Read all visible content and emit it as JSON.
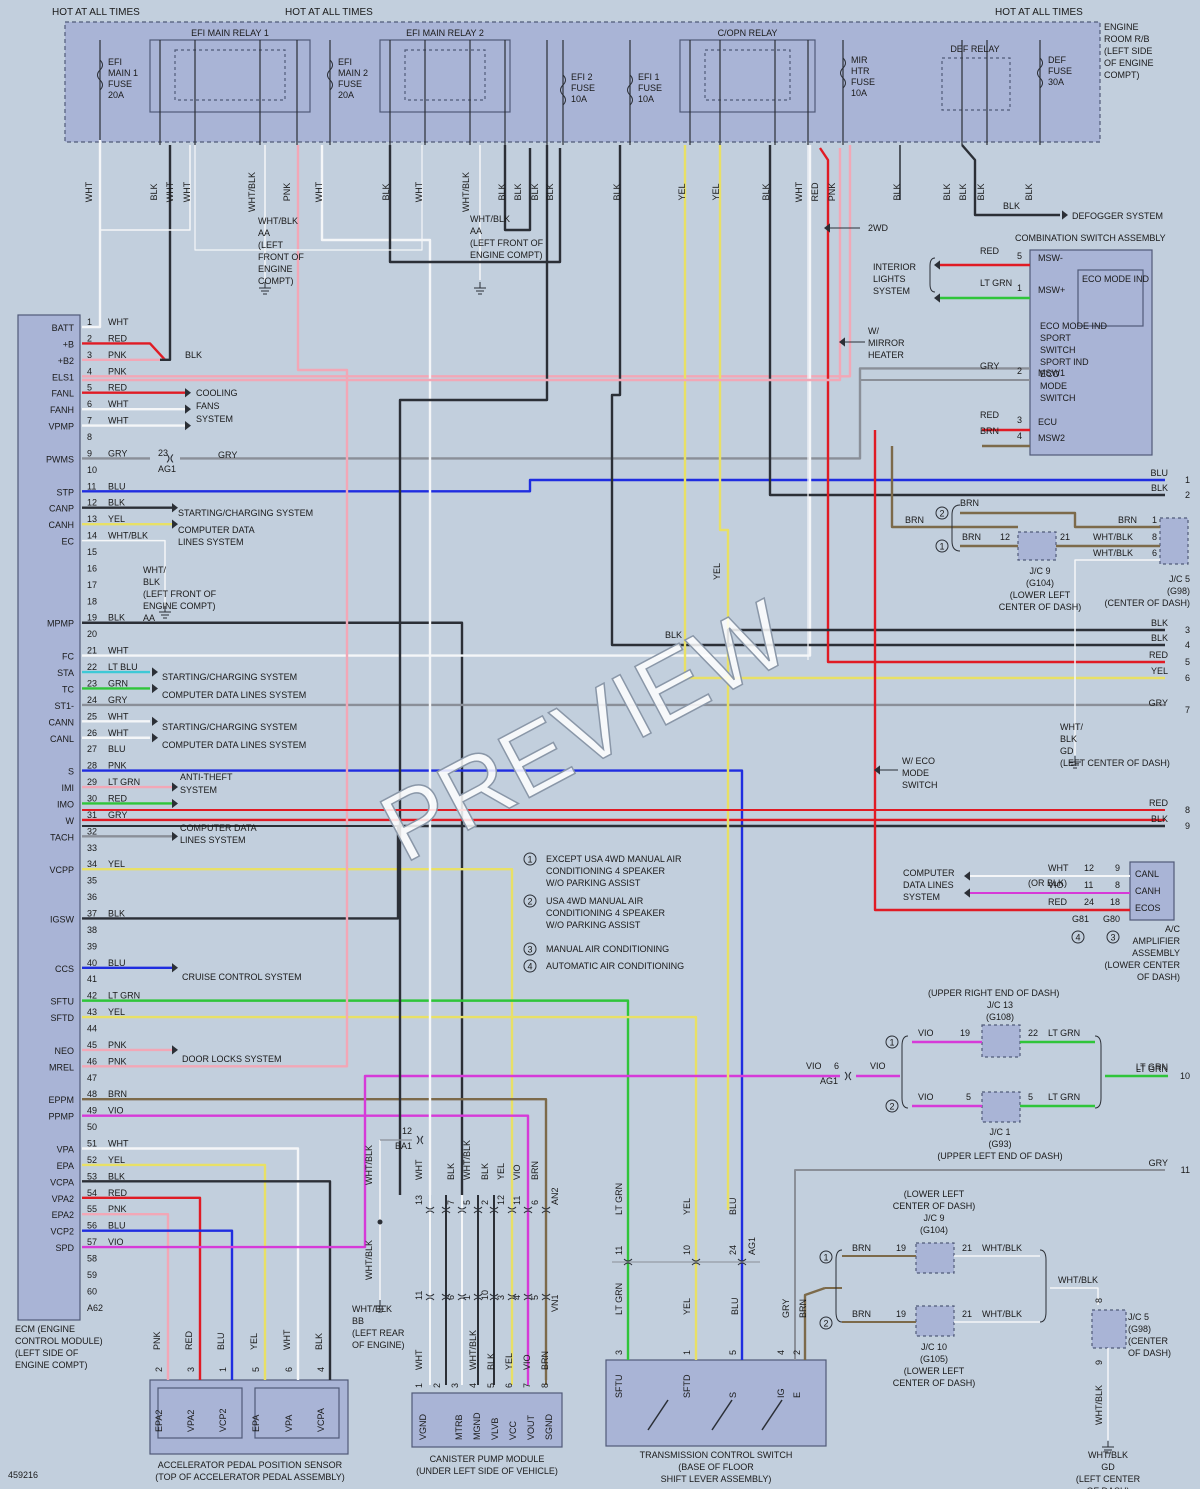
{
  "header": {
    "hot_left": "HOT AT ALL TIMES",
    "hot_mid": "HOT AT ALL TIMES",
    "hot_right": "HOT AT ALL TIMES"
  },
  "relay_block": {
    "title": [
      "ENGINE",
      "ROOM R/B",
      "(LEFT SIDE",
      "OF ENGINE",
      "COMPT)"
    ],
    "relays": [
      "EFI MAIN RELAY 1",
      "EFI MAIN RELAY 2",
      "C/OPN RELAY",
      "DEF RELAY"
    ],
    "fuses": [
      [
        "EFI",
        "MAIN 1",
        "FUSE",
        "20A"
      ],
      [
        "EFI",
        "MAIN 2",
        "FUSE",
        "20A"
      ],
      [
        "EFI 2",
        "FUSE",
        "10A"
      ],
      [
        "EFI 1",
        "FUSE",
        "10A"
      ],
      [
        "MIR",
        "HTR",
        "FUSE",
        "10A"
      ],
      [
        "DEF",
        "FUSE",
        "30A"
      ]
    ]
  },
  "top_wires": [
    "WHT",
    "BLK",
    "WHT",
    "WHT",
    "WHT/BLK",
    "PNK",
    "WHT",
    "BLK",
    "WHT",
    "WHT/BLK",
    "BLK",
    "BLK",
    "BLK",
    "BLK",
    "BLK",
    "YEL",
    "YEL",
    "BLK",
    "WHT",
    "RED",
    "PNK",
    "BLK",
    "BLK",
    "BLK",
    "BLK",
    "BLK"
  ],
  "grounds": {
    "aa1": [
      "WHT/BLK",
      "AA",
      "(LEFT",
      "FRONT OF",
      "ENGINE",
      "COMPT)"
    ],
    "aa2": [
      "WHT/BLK",
      "AA",
      "(LEFT FRONT OF",
      "ENGINE COMPT)"
    ],
    "aa3": [
      "WHT/",
      "BLK",
      "(LEFT FRONT OF",
      "ENGINE COMPT)",
      "AA"
    ],
    "bb": [
      "WHT/BLK",
      "BB",
      "(LEFT REAR",
      "OF ENGINE)"
    ],
    "gd1": [
      "WHT/",
      "BLK",
      "GD",
      "(LEFT CENTER OF DASH)"
    ],
    "gd2": [
      "WHT/BLK",
      "GD",
      "(LEFT CENTER",
      "OF DASH)"
    ]
  },
  "notes": {
    "defogger": "BLK",
    "defogger_sys": "DEFOGGER SYSTEM",
    "twowd": "2WD",
    "mirror": [
      "W/",
      "MIRROR",
      "HEATER"
    ],
    "eco": [
      "W/ ECO",
      "MODE",
      "SWITCH"
    ],
    "interior": [
      "INTERIOR",
      "LIGHTS",
      "SYSTEM"
    ]
  },
  "combo": {
    "title": "COMBINATION SWITCH ASSEMBLY",
    "pins": [
      {
        "color": "RED",
        "num": "5",
        "name": "MSW-"
      },
      {
        "color": "LT GRN",
        "num": "1",
        "name": "MSW+"
      },
      {
        "color": "GRY",
        "num": "2",
        "name": "MSW1"
      },
      {
        "color": "RED",
        "num": "3",
        "name": "ECU"
      },
      {
        "color": "BRN",
        "num": "4",
        "name": "MSW2"
      }
    ],
    "inner": [
      "ECO MODE IND",
      "SPORT",
      "SWITCH",
      "SPORT IND",
      "ECO",
      "MODE",
      "SWITCH"
    ]
  },
  "ecm": {
    "label": [
      "ECM (ENGINE",
      "CONTROL MODULE)",
      "(LEFT SIDE OF",
      "ENGINE COMPT)"
    ],
    "terms": [
      {
        "n": "1",
        "name": "BATT",
        "w": "WHT"
      },
      {
        "n": "2",
        "name": "+B",
        "w": "RED"
      },
      {
        "n": "3",
        "name": "+B2",
        "w": "PNK"
      },
      {
        "n": "4",
        "name": "ELS1",
        "w": "PNK"
      },
      {
        "n": "5",
        "name": "FANL",
        "w": "RED"
      },
      {
        "n": "6",
        "name": "FANH",
        "w": "WHT"
      },
      {
        "n": "7",
        "name": "VPMP",
        "w": "WHT"
      },
      {
        "n": "8",
        "name": "",
        "w": ""
      },
      {
        "n": "9",
        "name": "PWMS",
        "w": "GRY"
      },
      {
        "n": "10",
        "name": "",
        "w": ""
      },
      {
        "n": "11",
        "name": "STP",
        "w": "BLU"
      },
      {
        "n": "12",
        "name": "CANP",
        "w": "BLK"
      },
      {
        "n": "13",
        "name": "CANH",
        "w": "YEL"
      },
      {
        "n": "14",
        "name": "EC",
        "w": "WHT/BLK"
      },
      {
        "n": "15",
        "name": "",
        "w": ""
      },
      {
        "n": "16",
        "name": "",
        "w": ""
      },
      {
        "n": "17",
        "name": "",
        "w": ""
      },
      {
        "n": "18",
        "name": "",
        "w": ""
      },
      {
        "n": "19",
        "name": "MPMP",
        "w": "BLK"
      },
      {
        "n": "20",
        "name": "",
        "w": ""
      },
      {
        "n": "21",
        "name": "FC",
        "w": "WHT"
      },
      {
        "n": "22",
        "name": "STA",
        "w": "LT BLU"
      },
      {
        "n": "23",
        "name": "TC",
        "w": "GRN"
      },
      {
        "n": "24",
        "name": "ST1-",
        "w": "GRY"
      },
      {
        "n": "25",
        "name": "CANN",
        "w": "WHT"
      },
      {
        "n": "26",
        "name": "CANL",
        "w": "WHT"
      },
      {
        "n": "27",
        "name": "",
        "w": "BLU"
      },
      {
        "n": "28",
        "name": "S",
        "w": "PNK"
      },
      {
        "n": "29",
        "name": "IMI",
        "w": "LT GRN"
      },
      {
        "n": "30",
        "name": "IMO",
        "w": "RED"
      },
      {
        "n": "31",
        "name": "W",
        "w": "GRY"
      },
      {
        "n": "32",
        "name": "TACH",
        "w": ""
      },
      {
        "n": "33",
        "name": "",
        "w": ""
      },
      {
        "n": "34",
        "name": "VCPP",
        "w": "YEL"
      },
      {
        "n": "35",
        "name": "",
        "w": ""
      },
      {
        "n": "36",
        "name": "",
        "w": ""
      },
      {
        "n": "37",
        "name": "IGSW",
        "w": "BLK"
      },
      {
        "n": "38",
        "name": "",
        "w": ""
      },
      {
        "n": "39",
        "name": "",
        "w": ""
      },
      {
        "n": "40",
        "name": "CCS",
        "w": "BLU"
      },
      {
        "n": "41",
        "name": "",
        "w": ""
      },
      {
        "n": "42",
        "name": "SFTU",
        "w": "LT GRN"
      },
      {
        "n": "43",
        "name": "SFTD",
        "w": "YEL"
      },
      {
        "n": "44",
        "name": "",
        "w": ""
      },
      {
        "n": "45",
        "name": "NEO",
        "w": "PNK"
      },
      {
        "n": "46",
        "name": "MREL",
        "w": "PNK"
      },
      {
        "n": "47",
        "name": "",
        "w": ""
      },
      {
        "n": "48",
        "name": "EPPM",
        "w": "BRN"
      },
      {
        "n": "49",
        "name": "PPMP",
        "w": "VIO"
      },
      {
        "n": "50",
        "name": "",
        "w": ""
      },
      {
        "n": "51",
        "name": "VPA",
        "w": "WHT"
      },
      {
        "n": "52",
        "name": "EPA",
        "w": "YEL"
      },
      {
        "n": "53",
        "name": "VCPA",
        "w": "BLK"
      },
      {
        "n": "54",
        "name": "VPA2",
        "w": "RED"
      },
      {
        "n": "55",
        "name": "EPA2",
        "w": "PNK"
      },
      {
        "n": "56",
        "name": "VCP2",
        "w": "BLU"
      },
      {
        "n": "57",
        "name": "SPD",
        "w": "VIO"
      },
      {
        "n": "58",
        "name": "",
        "w": ""
      },
      {
        "n": "59",
        "name": "",
        "w": ""
      },
      {
        "n": "60",
        "name": "",
        "w": ""
      },
      {
        "n": "A62",
        "name": "",
        "w": ""
      }
    ]
  },
  "systems": {
    "cooling": [
      "COOLING",
      "FANS",
      "SYSTEM"
    ],
    "starting1": "STARTING/CHARGING SYSTEM",
    "computer1": [
      "COMPUTER DATA",
      "LINES SYSTEM"
    ],
    "starting2": "STARTING/CHARGING SYSTEM",
    "computer2": "COMPUTER DATA LINES SYSTEM",
    "starting3": "STARTING/CHARGING SYSTEM",
    "computer3": "COMPUTER DATA LINES SYSTEM",
    "antitheft": [
      "ANTI-THEFT",
      "SYSTEM"
    ],
    "computer4": [
      "COMPUTER DATA",
      "LINES SYSTEM"
    ],
    "cruise": "CRUISE CONTROL SYSTEM",
    "doorlocks": "DOOR LOCKS SYSTEM"
  },
  "ag1": {
    "pin": "23",
    "tag": "AG1",
    "wire": "GRY"
  },
  "legend": [
    {
      "n": "1",
      "text": [
        "EXCEPT USA 4WD MANUAL AIR",
        "CONDITIONING 4 SPEAKER",
        "W/O PARKING ASSIST"
      ]
    },
    {
      "n": "2",
      "text": [
        "USA 4WD MANUAL AIR",
        "CONDITIONING 4 SPEAKER",
        "W/O PARKING ASSIST"
      ]
    },
    {
      "n": "3",
      "text": [
        "MANUAL AIR CONDITIONING"
      ]
    },
    {
      "n": "4",
      "text": [
        "AUTOMATIC AIR CONDITIONING"
      ]
    }
  ],
  "right_lines": [
    {
      "w": "BLU",
      "n": "1"
    },
    {
      "w": "BLK",
      "n": "2"
    },
    {
      "w": "BLK",
      "n": "3"
    },
    {
      "w": "BLK",
      "n": "4"
    },
    {
      "w": "RED",
      "n": "5"
    },
    {
      "w": "YEL",
      "n": "6"
    },
    {
      "w": "GRY",
      "n": "7"
    },
    {
      "w": "RED",
      "n": "8"
    },
    {
      "w": "BLK",
      "n": "9"
    },
    {
      "w": "LT GRN",
      "n": "10"
    },
    {
      "w": "GRY",
      "n": "11"
    }
  ],
  "jc9": {
    "tag": [
      "J/C 9",
      "(G104)",
      "(LOWER LEFT",
      "CENTER OF DASH)"
    ],
    "brn": "BRN",
    "p12": "12",
    "p21": "21",
    "brn2": "BRN"
  },
  "jc5": {
    "tag": [
      "J/C 5",
      "(G98)",
      "(CENTER OF DASH)"
    ],
    "w1": "BRN",
    "p1": "1",
    "w2": "WHT/BLK",
    "p8": "8",
    "w3": "WHT/BLK",
    "p6": "6"
  },
  "ac": {
    "label": [
      "A/C",
      "AMPLIFIER",
      "ASSEMBLY",
      "(LOWER CENTER",
      "OF DASH)"
    ],
    "sys": [
      "COMPUTER",
      "DATA LINES",
      "SYSTEM"
    ],
    "pins": [
      {
        "w": "WHT",
        "a": "12",
        "b": "9",
        "name": "CANL"
      },
      {
        "w": "VIO",
        "alt": "(OR BLK)",
        "a": "11",
        "b": "8",
        "name": "CANH"
      },
      {
        "w": "RED",
        "a": "24",
        "b": "18",
        "name": "ECOS"
      }
    ],
    "g81": "G81",
    "g80": "G80",
    "c4": "4",
    "c3": "3"
  },
  "jc13": {
    "title": "(UPPER RIGHT END OF DASH)",
    "tag": [
      "J/C 13",
      "(G108)"
    ],
    "w1": "VIO",
    "p19": "19",
    "p22": "22",
    "w2": "LT GRN",
    "vio6": "VIO",
    "p6": "6",
    "ag1": "AG1",
    "vio": "VIO",
    "ltgrn": "LT GRN"
  },
  "jc1": {
    "tag": [
      "J/C 1",
      "(G93)",
      "(UPPER LEFT END OF DASH)"
    ],
    "w1": "VIO",
    "p5": "5",
    "p5b": "5",
    "w2": "LT GRN"
  },
  "ba1": {
    "pin": "12",
    "tag": "BA1"
  },
  "canister": {
    "label": [
      "CANISTER PUMP MODULE",
      "(UNDER LEFT SIDE OF VEHICLE)"
    ],
    "top": [
      {
        "w": "WHT",
        "n": "13"
      },
      {
        "w": "BLK",
        "n": "7"
      },
      {
        "w": "WHT/BLK",
        "n": "5"
      },
      {
        "w": "BLK",
        "n": "2"
      },
      {
        "w": "YEL",
        "n": "12"
      },
      {
        "w": "VIO",
        "n": "11"
      },
      {
        "w": "BRN",
        "n": "6"
      }
    ],
    "an2": "AN2",
    "vn1": "VN1",
    "mid": [
      "11",
      "6",
      "1",
      "10",
      "3",
      "4",
      "5"
    ],
    "pins": [
      {
        "w": "WHT",
        "n": "1",
        "t": "VGND"
      },
      {
        "w": "",
        "n": "2",
        "t": ""
      },
      {
        "w": "",
        "n": "3",
        "t": "MTRB"
      },
      {
        "w": "WHT/BLK",
        "n": "4",
        "t": "MGND"
      },
      {
        "w": "BLK",
        "n": "5",
        "t": "VLVB"
      },
      {
        "w": "YEL",
        "n": "6",
        "t": "VCC"
      },
      {
        "w": "VIO",
        "n": "7",
        "t": "VOUT"
      },
      {
        "w": "BRN",
        "n": "8",
        "t": "SGND"
      }
    ]
  },
  "app": {
    "label": [
      "ACCELERATOR PEDAL POSITION SENSOR",
      "(TOP OF ACCELERATOR PEDAL ASSEMBLY)"
    ],
    "pins": [
      {
        "w": "PNK",
        "n": "2",
        "t": "EPA2"
      },
      {
        "w": "RED",
        "n": "3",
        "t": "VPA2"
      },
      {
        "w": "BLU",
        "n": "1",
        "t": "VCP2"
      },
      {
        "w": "YEL",
        "n": "5",
        "t": "EPA"
      },
      {
        "w": "WHT",
        "n": "6",
        "t": "VPA"
      },
      {
        "w": "BLK",
        "n": "4",
        "t": "VCPA"
      }
    ]
  },
  "tcs": {
    "label": [
      "TRANSMISSION CONTROL SWITCH",
      "(BASE OF FLOOR",
      "SHIFT LEVER ASSEMBLY)"
    ],
    "wires": [
      {
        "w": "LT GRN",
        "n": "11"
      },
      {
        "w": "YEL",
        "n": "10"
      },
      {
        "w": "BLU",
        "n": "24"
      }
    ],
    "ag1": "AG1",
    "wires2": [
      "LT GRN",
      "YEL",
      "BLU",
      "GRY",
      "BRN"
    ],
    "pins": [
      {
        "n": "3",
        "t": "SFTU"
      },
      {
        "n": "1",
        "t": "SFTD"
      },
      {
        "n": "5",
        "t": "S"
      },
      {
        "n": "4",
        "t": "IG"
      },
      {
        "n": "2",
        "t": "E"
      }
    ]
  },
  "jc9b": {
    "title": [
      "(LOWER LEFT",
      "CENTER OF DASH)",
      "J/C 9",
      "(G104)"
    ],
    "w1": "BRN",
    "p19": "19",
    "p21": "21",
    "w2": "WHT/BLK"
  },
  "jc10": {
    "tag": [
      "J/C 10",
      "(G105)",
      "(LOWER LEFT",
      "CENTER OF DASH)"
    ],
    "w1": "BRN",
    "p19": "19",
    "p21": "21",
    "w2": "WHT/BLK"
  },
  "jc5b": {
    "tag": [
      "J/C 5",
      "(G98)",
      "(CENTER",
      "OF DASH)"
    ],
    "w": "WHT/BLK",
    "p8": "8",
    "p9": "9"
  },
  "doc_id": "459216",
  "watermark": "PREVIEW",
  "colors": {
    "bg": "#c2cfdd",
    "box": "#a9b4d6",
    "red": "#e01b24",
    "pink": "#f2a7b6",
    "blue": "#1f2de0",
    "yellow": "#e8e066",
    "green": "#2fc53a",
    "vio": "#d63ad8",
    "cyan": "#3ec9d6",
    "brown": "#7c6a4a",
    "gray": "#8a8f98",
    "black": "#2b2f36",
    "white": "#f4f6f8"
  }
}
